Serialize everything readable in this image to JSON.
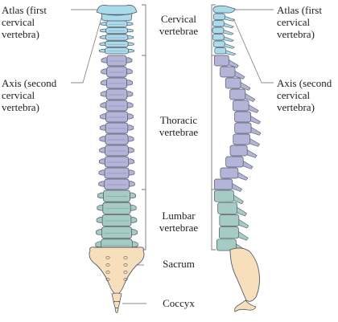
{
  "colors": {
    "cervical": "#a9dbeb",
    "thoracic": "#b4b3d8",
    "lumbar": "#a4ccc4",
    "sacrum": "#f6dfba",
    "outline": "#545a68",
    "leader": "#8a8a8a",
    "bracket": "#777777"
  },
  "labels": {
    "atlas_left": "Atlas (first\ncervical\nvertebra)",
    "axis_left": "Axis (second\ncervical\nvertebra)",
    "cervical": "Cervical\nvertebrae",
    "thoracic": "Thoracic\nvertebrae",
    "lumbar": "Lumbar\nvertebrae",
    "sacrum": "Sacrum",
    "coccyx": "Coccyx",
    "atlas_right": "Atlas (first\ncervical\nvertebra)",
    "axis_right": "Axis (second\ncervical\nvertebra)"
  }
}
